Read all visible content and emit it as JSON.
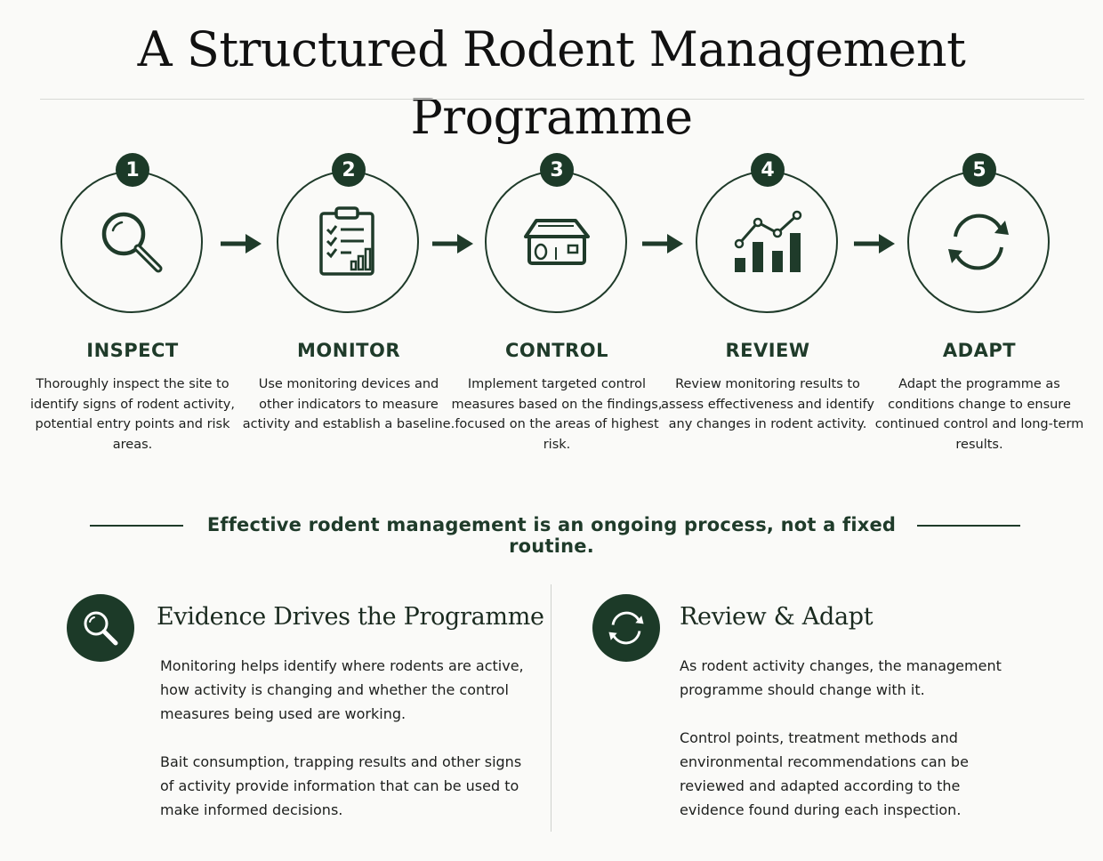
{
  "title": "A Structured Rodent Management Programme",
  "steps": [
    {
      "number": "1",
      "label": "INSPECT",
      "icon": "magnifier-icon",
      "description": "Thoroughly inspect the site to identify signs of rodent activity, potential entry points and risk areas."
    },
    {
      "number": "2",
      "label": "MONITOR",
      "icon": "clipboard-checklist-icon",
      "description": "Use monitoring devices and other indicators to measure activity and establish a baseline."
    },
    {
      "number": "3",
      "label": "CONTROL",
      "icon": "bait-station-icon",
      "description": "Implement targeted control measures based on the findings, focused on the areas of highest risk."
    },
    {
      "number": "4",
      "label": "REVIEW",
      "icon": "bar-chart-trend-icon",
      "description": "Review monitoring results to assess effectiveness and identify any changes in rodent activity."
    },
    {
      "number": "5",
      "label": "ADAPT",
      "icon": "refresh-cycle-icon",
      "description": "Adapt the programme as conditions change to ensure continued control and long-term results."
    }
  ],
  "tagline": "Effective rodent management is an ongoing process, not a fixed routine.",
  "panels": [
    {
      "title": "Evidence Drives the Programme",
      "icon": "magnifier-icon",
      "paragraphs": [
        "Monitoring helps identify where rodents are active, how activity is changing and whether the control measures being used are working.",
        "Bait consumption, trapping results and other signs of activity provide information that can be used to make informed decisions."
      ]
    },
    {
      "title": "Review & Adapt",
      "icon": "refresh-cycle-icon",
      "paragraphs": [
        "As rodent activity changes, the management programme should change with it.",
        "Control points, treatment methods and environmental recommendations can be reviewed and adapted according to the evidence found during each inspection."
      ]
    }
  ],
  "colors": {
    "primary": "#1c3a28",
    "text": "#1d1f1d",
    "background": "#fafaf8",
    "divider": "#d7d9d6"
  }
}
